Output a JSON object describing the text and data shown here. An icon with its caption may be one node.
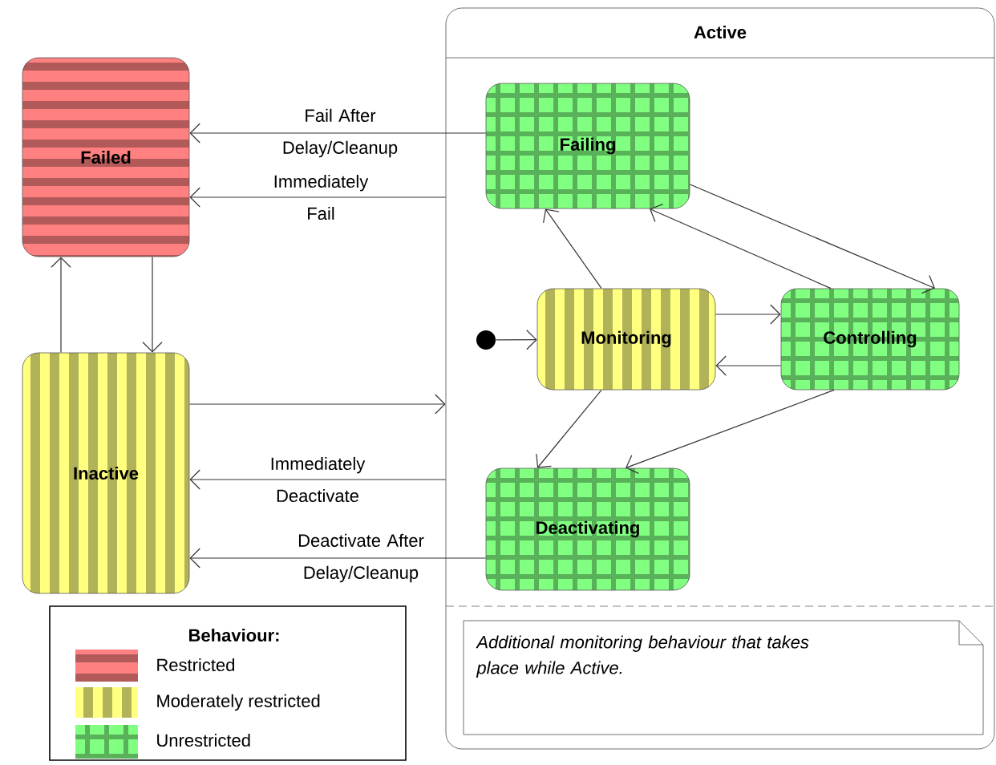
{
  "diagram": {
    "nodes": [
      {
        "text": [
          "Failed"
        ]
      },
      {
        "text": [
          "Inactive"
        ]
      },
      {
        "text": [
          "Active"
        ]
      },
      {
        "text": [
          "Failing"
        ],
        "in": 2
      },
      {
        "text": [
          "Monitoring"
        ],
        "in": 2
      },
      {
        "text": [
          "Controlling"
        ],
        "in": 2
      },
      {
        "text": [
          "Deactivating"
        ],
        "in": 2
      },
      {
        "text": [],
        "shape": "circle",
        "in": 2
      },
      {
        "text": [
          "Additional monitoring behaviour that takes place while Active."
        ],
        "in": 2
      }
    ],
    "edges": [
      {
        "from": 3,
        "to": 0,
        "arrow": "to",
        "label": "Fail After Delay/Cleanup"
      },
      {
        "from": 2,
        "to": 0,
        "arrow": "to",
        "label": "Immediately Fail"
      },
      {
        "from": 1,
        "to": 0,
        "arrow": "to"
      },
      {
        "from": 0,
        "to": 1,
        "arrow": "to"
      },
      {
        "from": 1,
        "to": 2,
        "arrow": "to"
      },
      {
        "from": 2,
        "to": 1,
        "arrow": "to",
        "label": "Immediately Deactivate"
      },
      {
        "from": 6,
        "to": 1,
        "arrow": "to",
        "label": "Deactivate After Delay/Cleanup"
      },
      {
        "from": 7,
        "to": 4,
        "arrow": "to"
      },
      {
        "from": 4,
        "to": 3,
        "arrow": "to"
      },
      {
        "from": 3,
        "to": 5,
        "arrow": "to"
      },
      {
        "from": 5,
        "to": 3,
        "arrow": "to"
      },
      {
        "from": 4,
        "to": 5,
        "arrow": "to"
      },
      {
        "from": 5,
        "to": 4,
        "arrow": "to"
      },
      {
        "from": 4,
        "to": 6,
        "arrow": "to"
      },
      {
        "from": 5,
        "to": 6,
        "arrow": "to"
      }
    ],
    "labels": [
      "Behaviour:"
    ],
    "legend": [
      {
        "text": "Restricted",
        "color": "#ff8080"
      },
      {
        "text": "Moderately restricted",
        "color": "#ffff80"
      },
      {
        "text": "Unrestricted",
        "color": "#80ff80"
      }
    ]
  }
}
